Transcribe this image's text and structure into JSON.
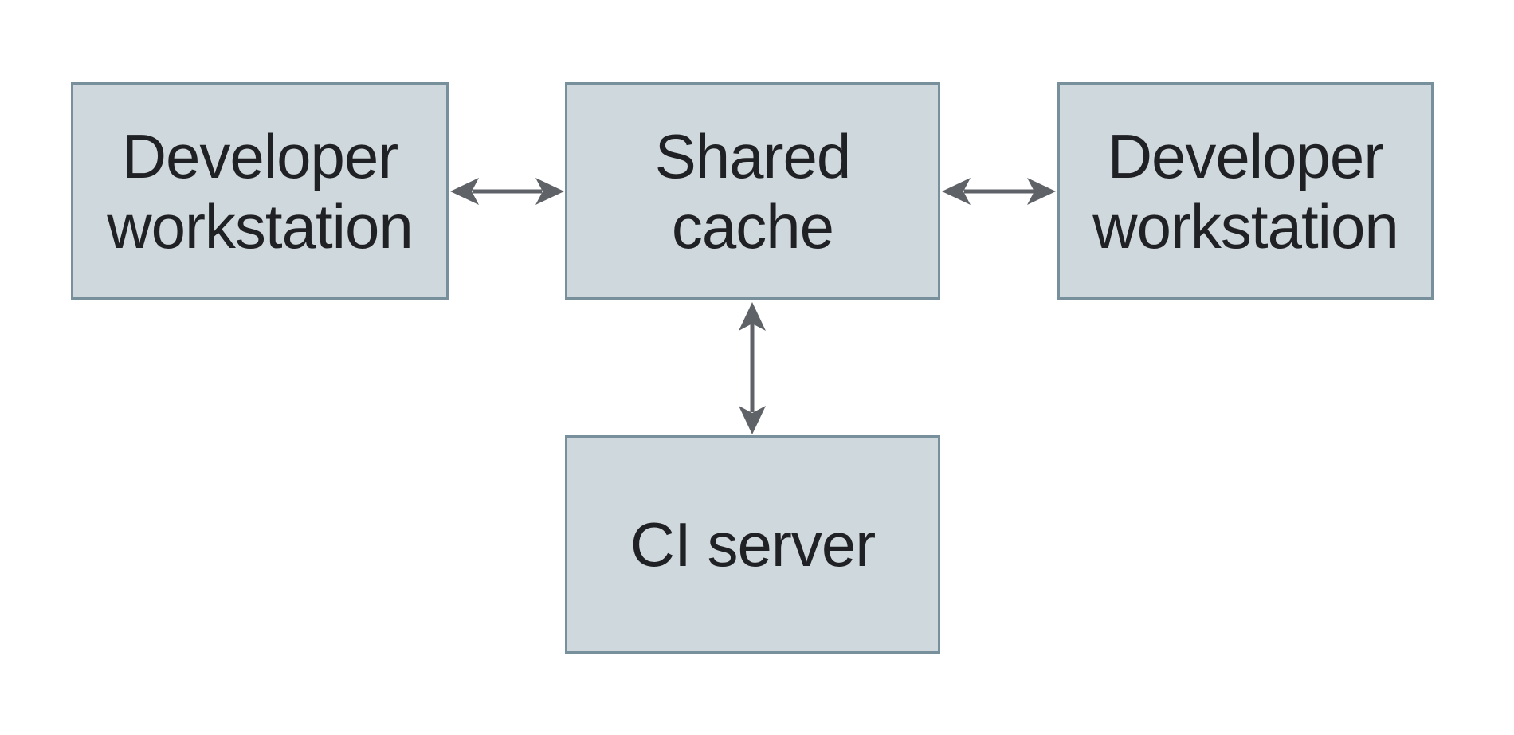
{
  "colors": {
    "background": "#ffffff",
    "node_fill": "#cfd8dc",
    "node_border": "#78909c",
    "arrow": "#5f6368",
    "text": "#202124"
  },
  "diagram": {
    "type": "architecture-diagram",
    "nodes": {
      "developer_left": {
        "label": "Developer workstation",
        "line1": "Developer",
        "line2": "workstation"
      },
      "shared_cache": {
        "label": "Shared cache",
        "line1": "Shared",
        "line2": "cache"
      },
      "developer_right": {
        "label": "Developer workstation",
        "line1": "Developer",
        "line2": "workstation"
      },
      "ci_server": {
        "label": "CI server",
        "line1": "CI server"
      }
    },
    "edges": [
      {
        "from": "Developer workstation (left)",
        "to": "Shared cache",
        "type": "bidirectional"
      },
      {
        "from": "Shared cache",
        "to": "Developer workstation (right)",
        "type": "bidirectional"
      },
      {
        "from": "Shared cache",
        "to": "CI server",
        "type": "bidirectional"
      }
    ]
  }
}
